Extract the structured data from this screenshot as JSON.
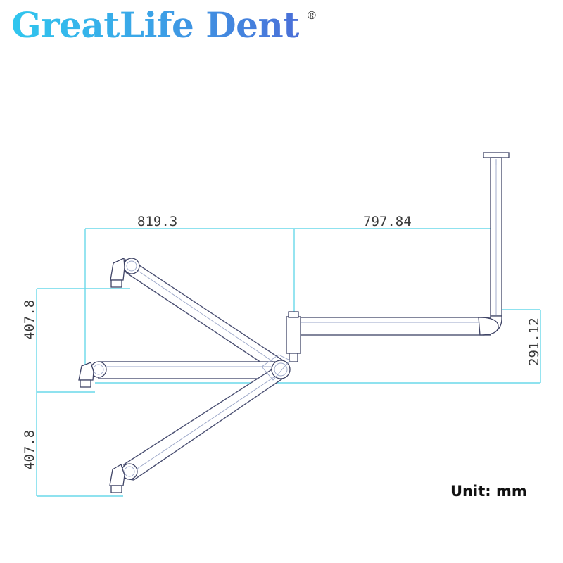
{
  "brand": {
    "name": "GreatLife Dent",
    "reg_mark": "®"
  },
  "dimensions": {
    "arm_span": "819.3",
    "horizontal_arm": "797.84",
    "upper_offset": "407.8",
    "lower_offset": "407.8",
    "drop_height": "291.12"
  },
  "unit_label": "Unit: mm",
  "colors": {
    "dimension_lines": "#6ad8ea",
    "outline": "#4a4f72",
    "brand_gradient_start": "#2fc6ee",
    "brand_gradient_end": "#4a6fd8"
  }
}
